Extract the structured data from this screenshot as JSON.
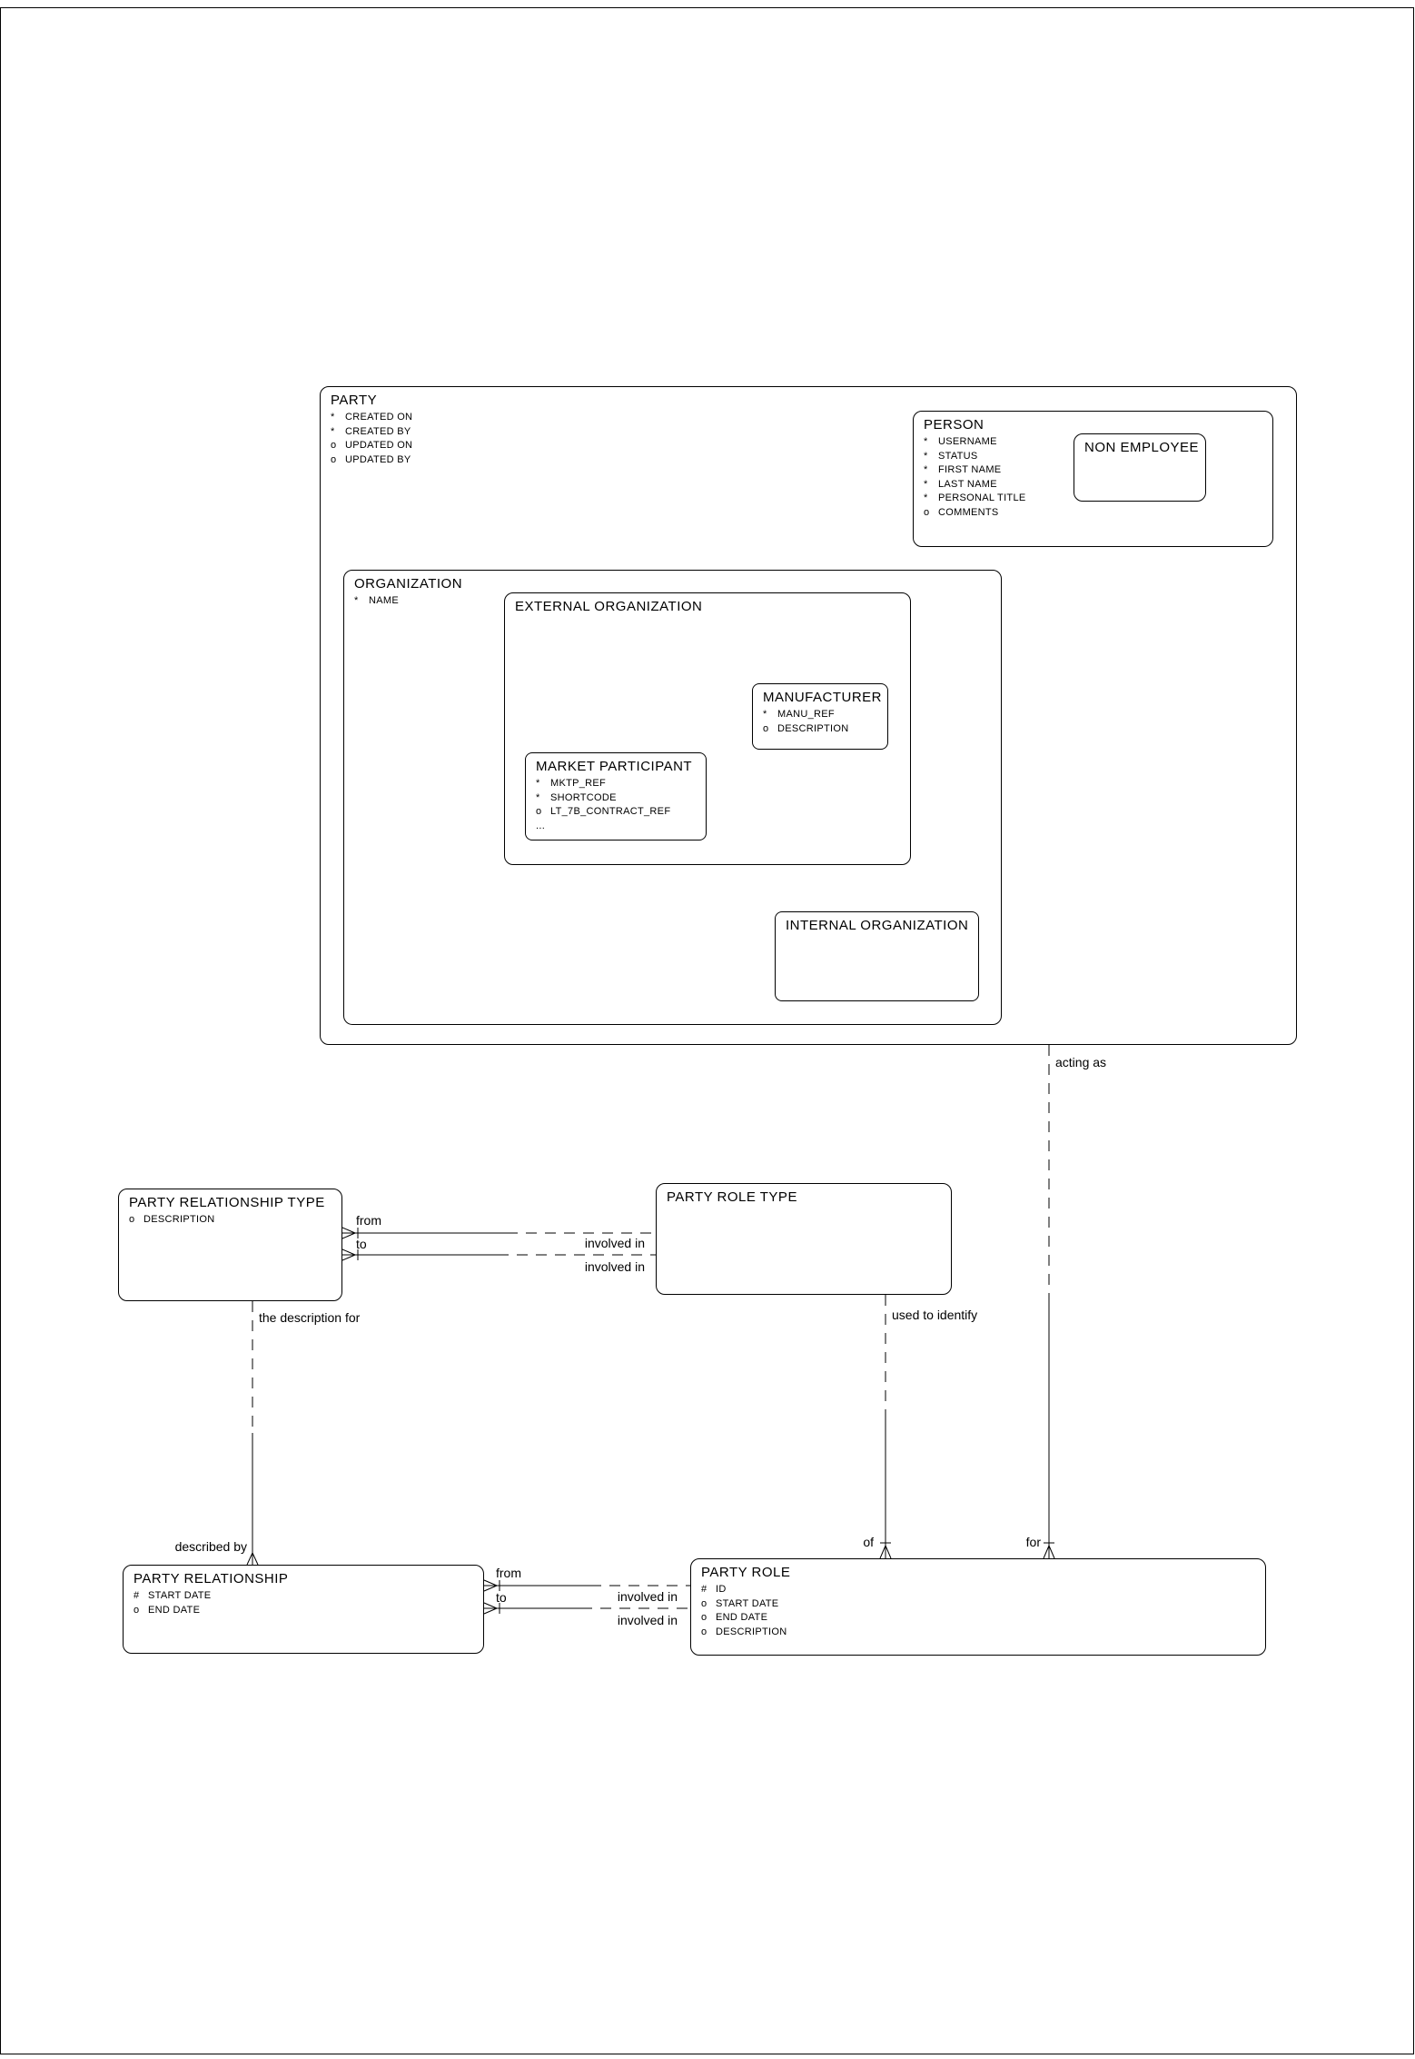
{
  "page": {
    "background_color": "#ffffff",
    "line_color": "#000000"
  },
  "entities": {
    "party": {
      "title": "PARTY",
      "attributes": [
        {
          "m": "*",
          "n": "CREATED ON"
        },
        {
          "m": "*",
          "n": "CREATED BY"
        },
        {
          "m": "o",
          "n": "UPDATED ON"
        },
        {
          "m": "o",
          "n": "UPDATED BY"
        }
      ]
    },
    "person": {
      "title": "PERSON",
      "attributes": [
        {
          "m": "*",
          "n": "USERNAME"
        },
        {
          "m": "*",
          "n": "STATUS"
        },
        {
          "m": "*",
          "n": "FIRST NAME"
        },
        {
          "m": "*",
          "n": "LAST NAME"
        },
        {
          "m": "*",
          "n": "PERSONAL TITLE"
        },
        {
          "m": "o",
          "n": "COMMENTS"
        }
      ]
    },
    "non_employee": {
      "title": "NON EMPLOYEE",
      "attributes": []
    },
    "organization": {
      "title": "ORGANIZATION",
      "attributes": [
        {
          "m": "*",
          "n": "NAME"
        }
      ]
    },
    "external_organization": {
      "title": "EXTERNAL ORGANIZATION",
      "attributes": []
    },
    "manufacturer": {
      "title": "MANUFACTURER",
      "attributes": [
        {
          "m": "*",
          "n": "MANU_REF"
        },
        {
          "m": "o",
          "n": "DESCRIPTION"
        }
      ]
    },
    "market_participant": {
      "title": "MARKET PARTICIPANT",
      "attributes": [
        {
          "m": "*",
          "n": "MKTP_REF"
        },
        {
          "m": "*",
          "n": "SHORTCODE"
        },
        {
          "m": "o",
          "n": "LT_7B_CONTRACT_REF"
        },
        {
          "m": "...",
          "n": ""
        }
      ]
    },
    "internal_organization": {
      "title": "INTERNAL ORGANIZATION",
      "attributes": []
    },
    "party_relationship_type": {
      "title": "PARTY RELATIONSHIP TYPE",
      "attributes": [
        {
          "m": "o",
          "n": "DESCRIPTION"
        }
      ]
    },
    "party_role_type": {
      "title": "PARTY ROLE TYPE",
      "attributes": []
    },
    "party_relationship": {
      "title": "PARTY RELATIONSHIP",
      "attributes": [
        {
          "m": "#",
          "n": "START DATE"
        },
        {
          "m": "o",
          "n": "END DATE"
        }
      ]
    },
    "party_role": {
      "title": "PARTY ROLE",
      "attributes": [
        {
          "m": "#",
          "n": "ID"
        },
        {
          "m": "o",
          "n": "START DATE"
        },
        {
          "m": "o",
          "n": "END DATE"
        },
        {
          "m": "o",
          "n": "DESCRIPTION"
        }
      ]
    }
  },
  "relationships": {
    "acting_as": "acting as",
    "for_label": "for",
    "used_to_identify": "used to identify",
    "of_label": "of",
    "the_description_for": "the description for",
    "described_by": "described by",
    "prt_from": "from",
    "prt_to": "to",
    "prt_involved_in_1": "involved in",
    "prt_involved_in_2": "involved in",
    "pr_from": "from",
    "pr_to": "to",
    "pr_involved_in_1": "involved in",
    "pr_involved_in_2": "involved in"
  }
}
